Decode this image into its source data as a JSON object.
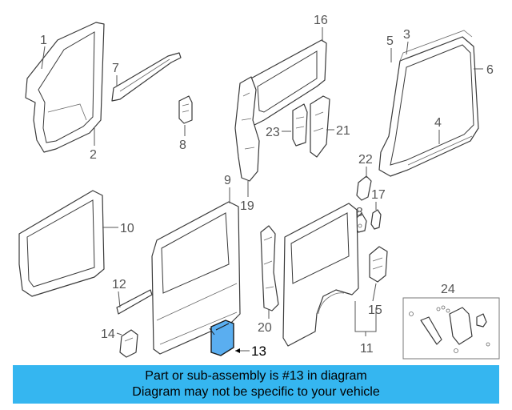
{
  "callouts": {
    "c1": "1",
    "c2": "2",
    "c3": "3",
    "c4": "4",
    "c5": "5",
    "c6": "6",
    "c7": "7",
    "c8": "8",
    "c9": "9",
    "c10": "10",
    "c11": "11",
    "c12": "12",
    "c13": "13",
    "c14": "14",
    "c15": "15",
    "c16": "16",
    "c17": "17",
    "c18": "18",
    "c19": "19",
    "c20": "20",
    "c21": "21",
    "c22": "22",
    "c23": "23",
    "c24": "24"
  },
  "highlighted_part": "13",
  "colors": {
    "banner": "#35b6f0",
    "highlight": "#5aaef0"
  },
  "banner": {
    "line1": "Part or sub-assembly is #13 in diagram",
    "line2": "Diagram may not be specific to your vehicle"
  }
}
